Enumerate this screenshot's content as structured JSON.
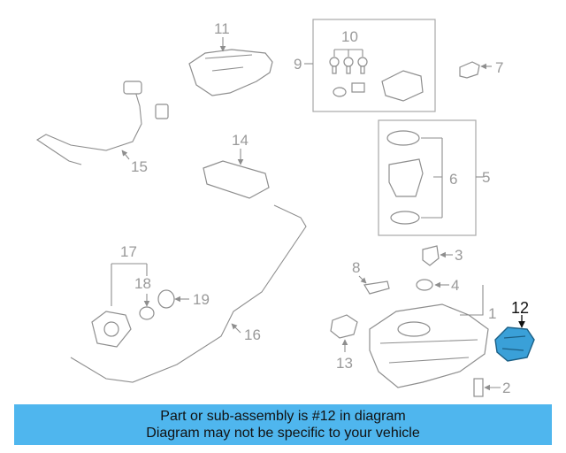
{
  "callouts": {
    "c1": "1",
    "c2": "2",
    "c3": "3",
    "c4": "4",
    "c5": "5",
    "c6": "6",
    "c7": "7",
    "c8": "8",
    "c9": "9",
    "c10": "10",
    "c11": "11",
    "c12": "12",
    "c13": "13",
    "c14": "14",
    "c15": "15",
    "c16": "16",
    "c17": "17",
    "c18": "18",
    "c19": "19"
  },
  "highlight": {
    "part_number": "12",
    "color": "#3aa0d8"
  },
  "banner": {
    "line1": "Part or sub-assembly is #12 in diagram",
    "line2": "Diagram may not be specific to your vehicle",
    "background": "#4fb6ee"
  }
}
